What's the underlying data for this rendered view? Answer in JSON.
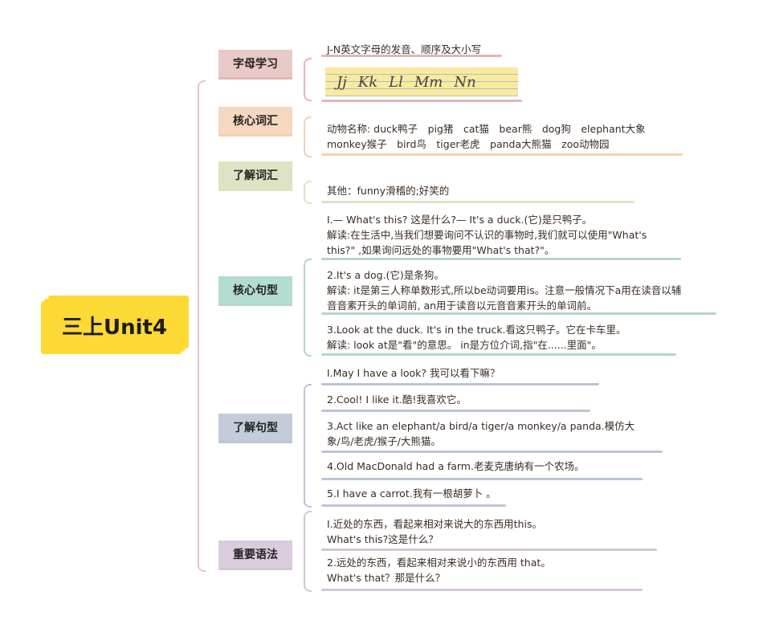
{
  "root": {
    "title": "三上Unit4",
    "color": "#fcd935"
  },
  "branches": [
    {
      "label": "字母学习",
      "color": "#e8c9c6",
      "line": "#e0b9b6",
      "items": [
        {
          "lines": [
            "J-N英文字母的发音、顺序及大小写"
          ]
        }
      ],
      "letters_image": [
        "Jj",
        "Kk",
        "Ll",
        "Mm",
        "Nn"
      ]
    },
    {
      "label": "核心词汇",
      "color": "#f4d8bf",
      "line": "#f0d2b4",
      "items": [
        {
          "lines": [
            "动物名称: duck鸭子　pig猪　cat猫　bear熊　dog狗　elephant大象",
            "monkey猴子　bird鸟　tiger老虎　panda大熊猫　zoo动物园"
          ]
        }
      ]
    },
    {
      "label": "了解词汇",
      "color": "#dfe3c4",
      "line": "#dfe3c4",
      "items": [
        {
          "lines": [
            "其他：funny滑稽的;好笑的"
          ]
        }
      ]
    },
    {
      "label": "核心句型",
      "color": "#b3dcd2",
      "line": "#b3d6ce",
      "items": [
        {
          "lines": [
            "I.— What's this? 这是什么?— It's a duck.(它)是只鸭子。",
            "解读:在生活中,当我们想要询问不认识的事物时,我们就可以使用\"What's",
            "this?\" ,如果询问远处的事物要用\"What's that?\"。"
          ]
        },
        {
          "lines": [
            "2.It's a dog.(它)是条狗。",
            "解读: it是第三人称单数形式,所以be动词要用is。注意一般情况下a用在读音以辅",
            "音音素开头的单词前, an用于读音以元音音素开头的单词前。"
          ]
        },
        {
          "lines": [
            "3.Look at the duck. It's in the truck.看这只鸭子。它在卡车里。",
            "解读: look at是\"看\"的意思。 in是方位介词,指\"在......里面\"。"
          ]
        }
      ]
    },
    {
      "label": "了解句型",
      "color": "#c4ccdc",
      "line": "#bcc4d4",
      "items": [
        {
          "lines": [
            "I.May I have a look? 我可以看下嘛？"
          ]
        },
        {
          "lines": [
            "2.Cool! I like it.酷!我喜欢它。"
          ]
        },
        {
          "lines": [
            "3.Act like an elephant/a bird/a tiger/a monkey/a panda.模仿大",
            "象/鸟/老虎/猴子/大熊猫。"
          ]
        },
        {
          "lines": [
            "4.Old MacDonald had a farm.老麦克唐纳有一个农场。"
          ]
        },
        {
          "lines": [
            "5.I have a carrot.我有一根胡萝卜 。"
          ]
        }
      ]
    },
    {
      "label": "重要语法",
      "color": "#dacbdd",
      "line": "#d4c6d6",
      "items": [
        {
          "lines": [
            "I.近处的东西，看起来相对来说大的东西用this。",
            "What's  this?这是什么？"
          ]
        },
        {
          "lines": [
            "2.远处的东西，看起来相对来说小的东西用  that。",
            "What's  that？那是什么？"
          ]
        }
      ]
    }
  ]
}
